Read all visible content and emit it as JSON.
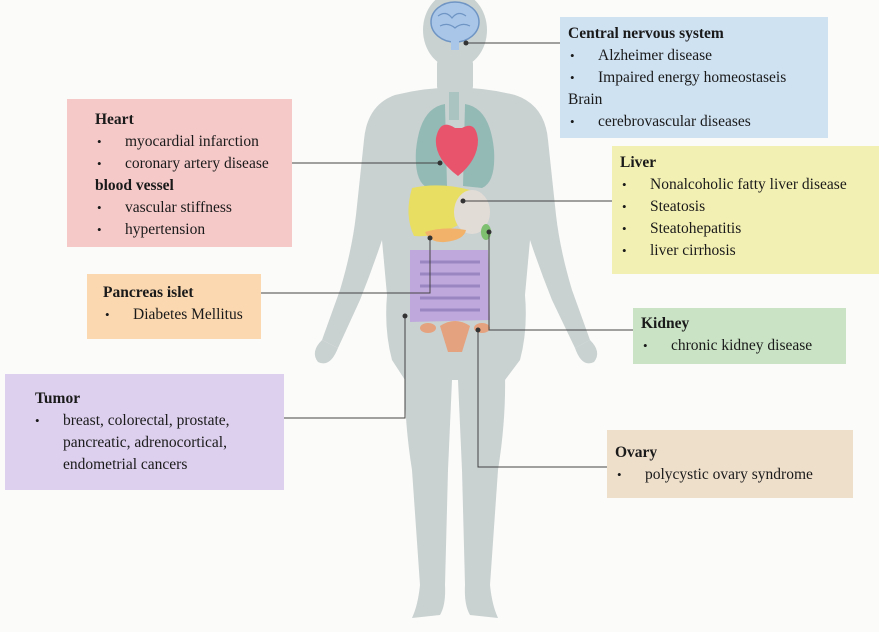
{
  "labels": {
    "cns": {
      "title": "Central nervous system",
      "items": [
        "Alzheimer disease",
        "Impaired energy homeostaseis"
      ],
      "subtitle": "Brain",
      "subitems": [
        "cerebrovascular diseases"
      ]
    },
    "heart": {
      "title": "Heart",
      "items": [
        "myocardial infarction",
        "coronary artery disease"
      ],
      "subtitle": "blood vessel",
      "subitems": [
        "vascular stiffness",
        "hypertension"
      ]
    },
    "liver": {
      "title": "Liver",
      "items": [
        "Nonalcoholic fatty liver disease",
        "Steatosis",
        "Steatohepatitis",
        "liver cirrhosis"
      ]
    },
    "pancreas": {
      "title": "Pancreas islet",
      "items": [
        "Diabetes Mellitus"
      ]
    },
    "kidney": {
      "title": "Kidney",
      "items": [
        "chronic kidney disease"
      ]
    },
    "tumor": {
      "title": "Tumor",
      "items": [
        "breast, colorectal, prostate,",
        "pancreatic, adrenocortical,",
        "endometrial cancers"
      ]
    },
    "ovary": {
      "title": "Ovary",
      "items": [
        "polycystic ovary syndrome"
      ]
    }
  },
  "colors": {
    "cns_box": "#cfe2f2",
    "heart_box": "#f6c9c9",
    "liver_box": "#f3f0b3",
    "pancreas_box": "#fbd8b0",
    "kidney_box": "#c9e3c4",
    "tumor_box": "#ddd0ee",
    "ovary_box": "#eedfcb",
    "body_silhouette": "#c9d1d1",
    "connector_line": "#444444"
  }
}
